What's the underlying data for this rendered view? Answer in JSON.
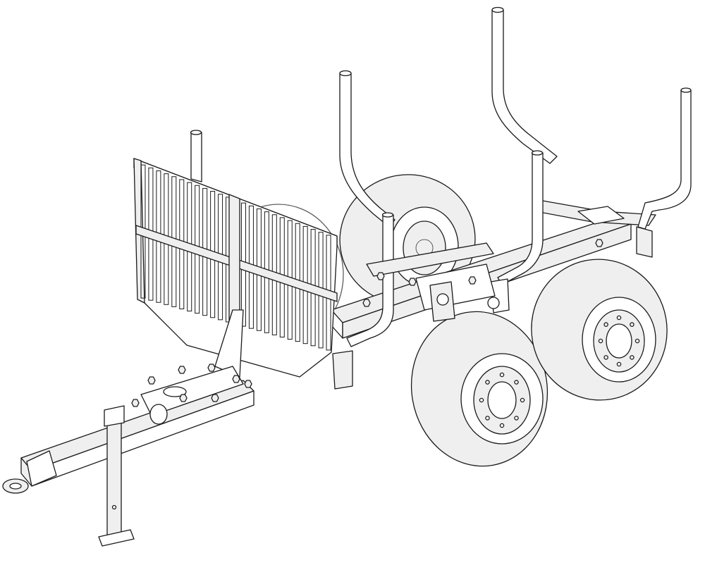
{
  "figure": {
    "subject": "forestry-trailer-line-drawing",
    "stroke_color": "#1a1a1a",
    "fill_color": "#efefef",
    "background_color": "#ffffff",
    "wheel_count": 4,
    "stanchion_count": 6
  }
}
